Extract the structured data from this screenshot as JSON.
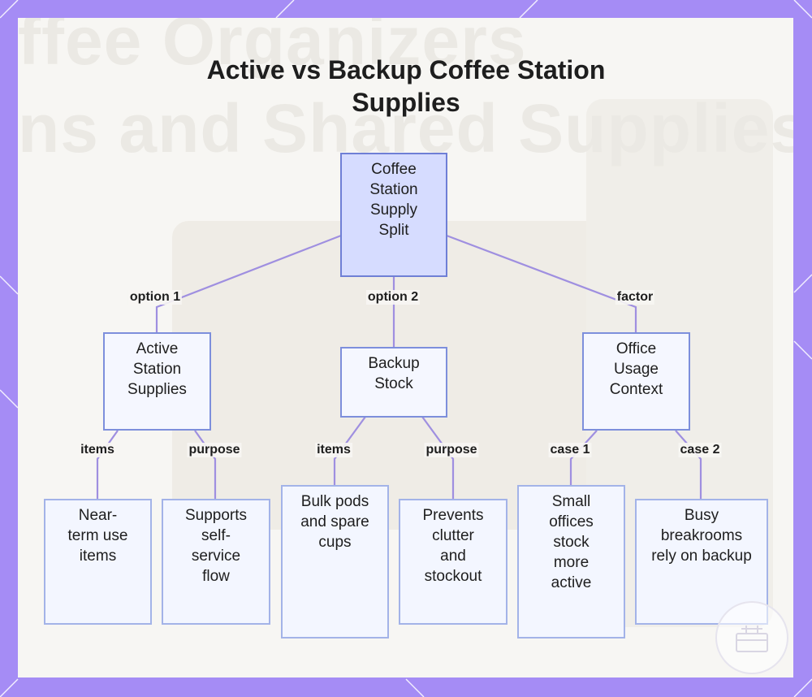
{
  "title_lines": [
    "Active vs Backup Coffee Station",
    "Supplies"
  ],
  "watermark_lines": [
    "ffee Organizers",
    "ns and Shared Supplies"
  ],
  "colors": {
    "frame": "#a58cf5",
    "edge": "#9f8fe0",
    "root_fill": "#d6dcff",
    "node_fill": "#f3f6ff"
  },
  "nodes": {
    "root": "Coffee Station Supply Split",
    "active": "Active Station Supplies",
    "backup": "Backup Stock",
    "context": "Office Usage Context",
    "near_term": "Near-term use items",
    "self_service": "Supports self-service flow",
    "bulk_pods": "Bulk pods and spare cups",
    "prevents": "Prevents clutter and stockout",
    "small_offices": "Small offices stock more active",
    "busy_breakrooms": "Busy breakrooms rely on backup"
  },
  "edge_labels": {
    "option1": "option 1",
    "option2": "option 2",
    "factor": "factor",
    "items_a": "items",
    "purpose_a": "purpose",
    "items_b": "items",
    "purpose_b": "purpose",
    "case1": "case 1",
    "case2": "case 2"
  }
}
